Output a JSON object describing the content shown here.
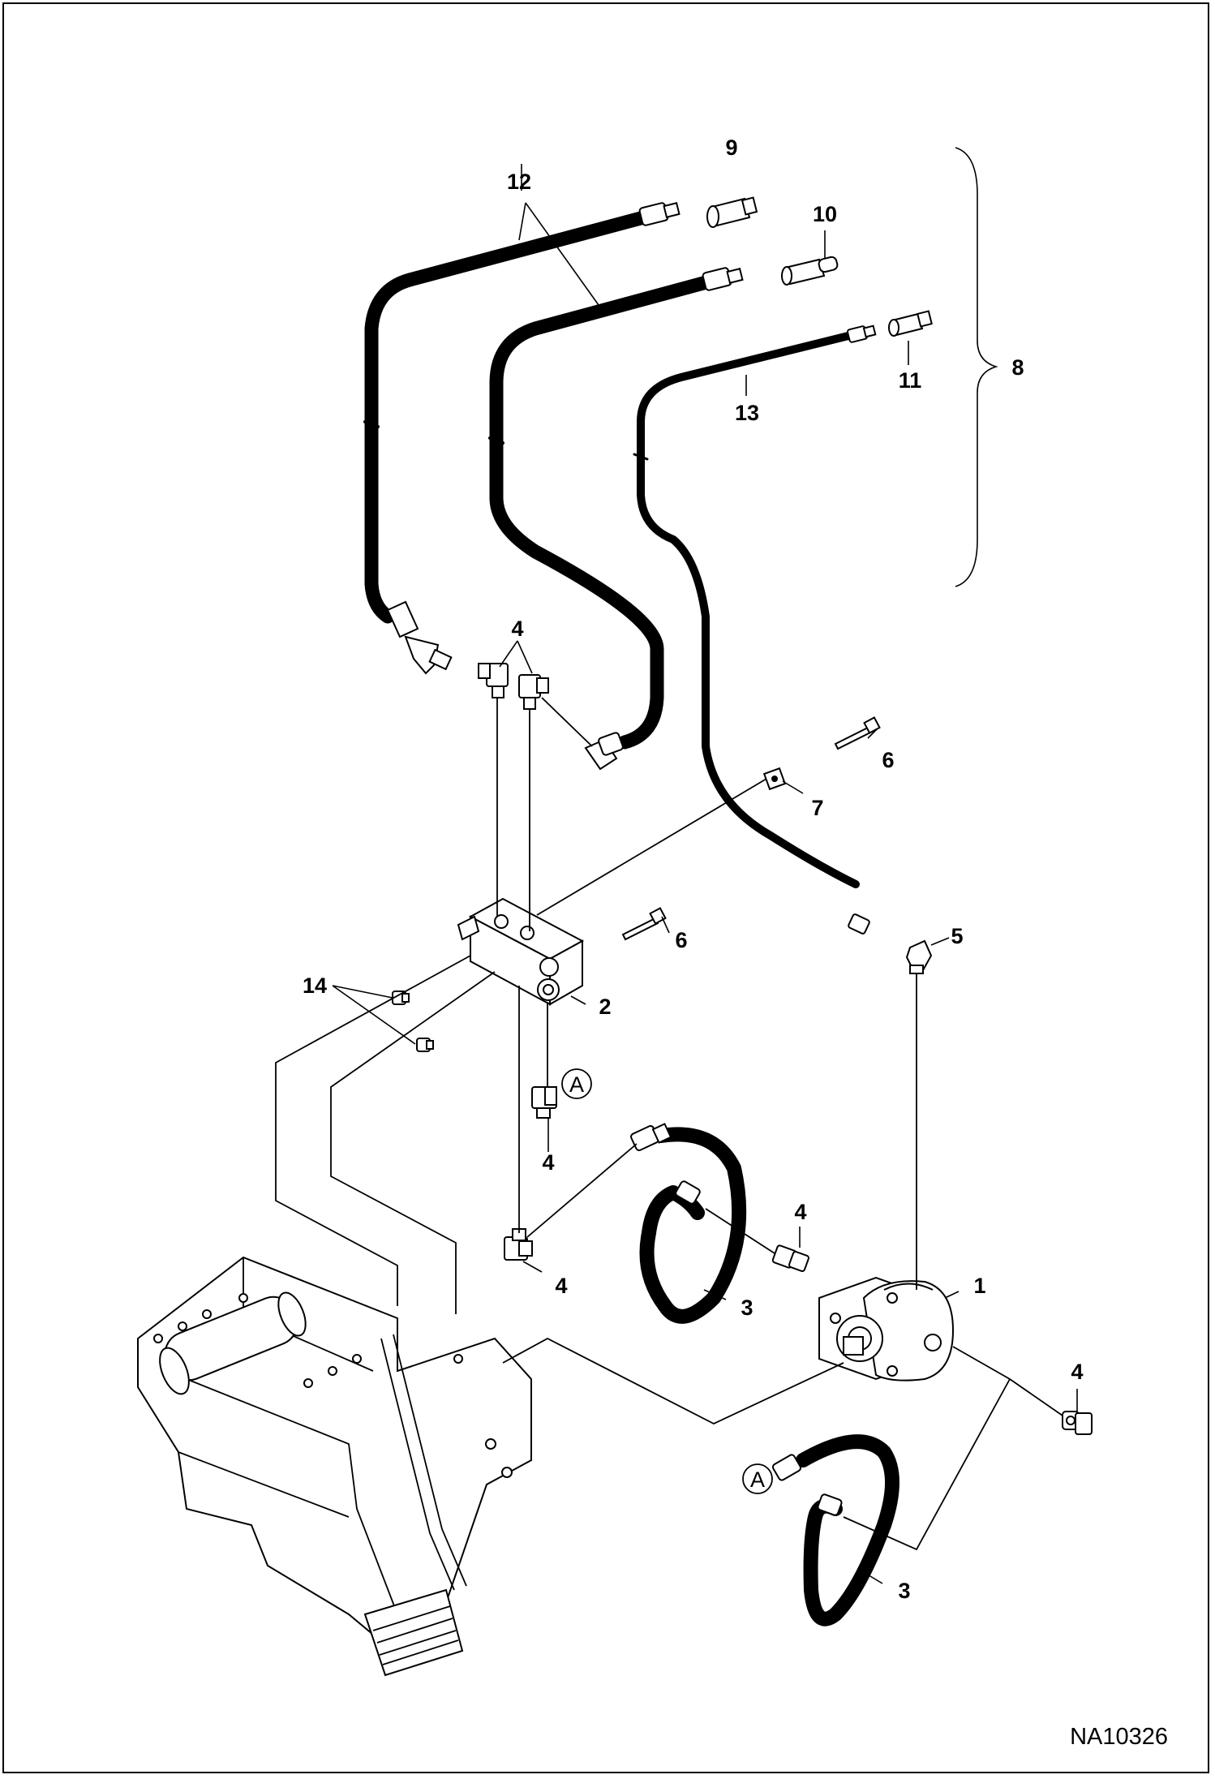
{
  "figure_id": "NA10326",
  "callout_circle": "A",
  "callouts": {
    "c1": "1",
    "c2": "2",
    "c3a": "3",
    "c3b": "3",
    "c4_top": "4",
    "c4_block": "4",
    "c4_lower": "4",
    "c4_mid": "4",
    "c4_pump": "4",
    "c5": "5",
    "c6_top": "6",
    "c6_block": "6",
    "c7": "7",
    "c8": "8",
    "c9": "9",
    "c10": "10",
    "c11": "11",
    "c12": "12",
    "c13": "13",
    "c14": "14"
  }
}
